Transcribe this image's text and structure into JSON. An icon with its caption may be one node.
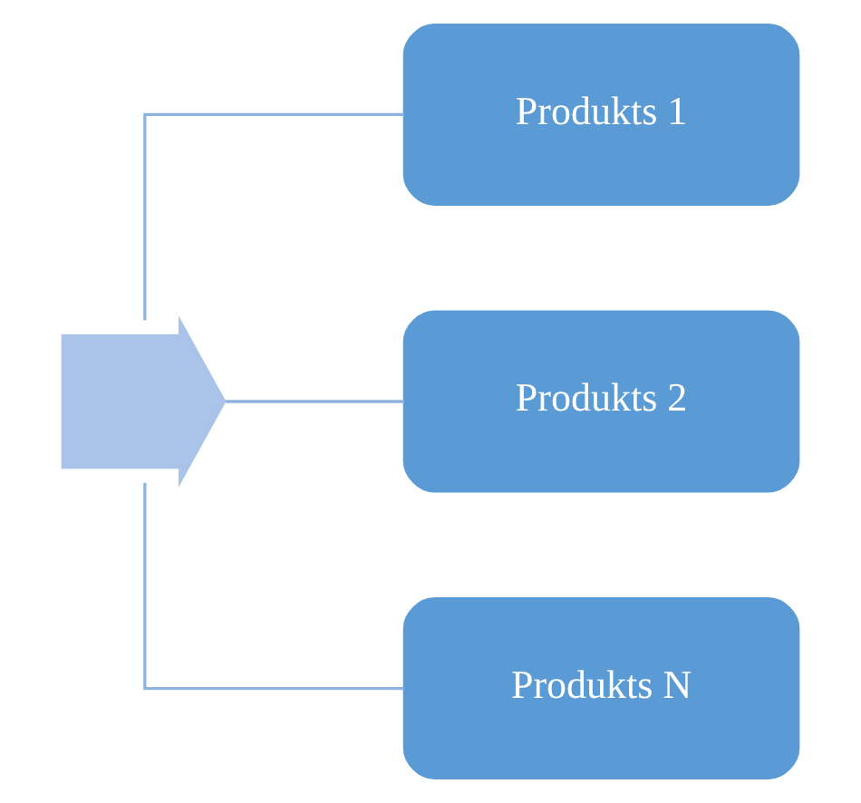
{
  "diagram": {
    "nodes": [
      {
        "text": [],
        "shape": "arrow"
      },
      {
        "text": [
          "Produkts 1"
        ]
      },
      {
        "text": [
          "Produkts 2"
        ]
      },
      {
        "text": [
          "Produkts N"
        ]
      }
    ],
    "edges": [
      {
        "from": 0,
        "to": 1,
        "arrow": "none"
      },
      {
        "from": 0,
        "to": 2,
        "arrow": "none"
      },
      {
        "from": 0,
        "to": 3,
        "arrow": "none"
      }
    ]
  }
}
